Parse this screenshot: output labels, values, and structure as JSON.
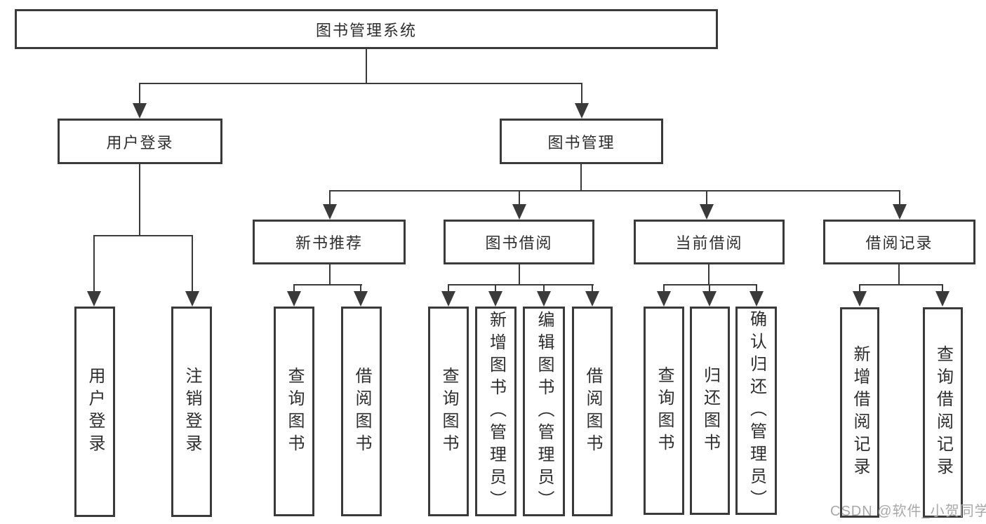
{
  "diagram": {
    "root": {
      "label": "图书管理系统"
    },
    "branches": [
      {
        "label": "用户登录",
        "children": [
          {
            "label": "用户登录"
          },
          {
            "label": "注销登录"
          }
        ]
      },
      {
        "label": "图书管理",
        "children": [
          {
            "label": "新书推荐",
            "children": [
              {
                "label": "查询图书"
              },
              {
                "label": "借阅图书"
              }
            ]
          },
          {
            "label": "图书借阅",
            "children": [
              {
                "label": "查询图书"
              },
              {
                "label": "新增图书（管理员）"
              },
              {
                "label": "编辑图书（管理员）"
              },
              {
                "label": "借阅图书"
              }
            ]
          },
          {
            "label": "当前借阅",
            "children": [
              {
                "label": "查询图书"
              },
              {
                "label": "归还图书"
              },
              {
                "label": "确认归还（管理员）"
              }
            ]
          },
          {
            "label": "借阅记录",
            "children": [
              {
                "label": "新增借阅记录"
              },
              {
                "label": "查询借阅记录"
              }
            ]
          }
        ]
      }
    ]
  },
  "watermark": {
    "text": "CSDN @软件_小贺同学"
  },
  "colors": {
    "line": "#3a3a3a",
    "text": "#2e2e2e",
    "watermark": "#a8a8a8",
    "background": "#ffffff"
  }
}
